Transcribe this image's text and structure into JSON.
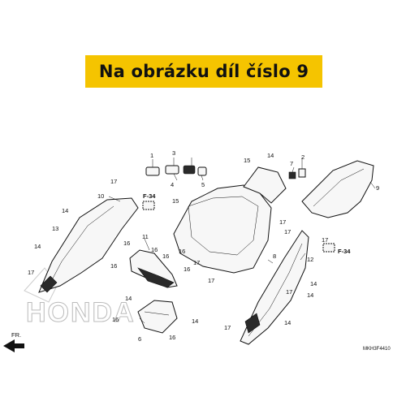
{
  "banner": {
    "text": "Na obrázku díl číslo 9",
    "color": "#f5c400"
  },
  "diagram_code": "MKH3F4410",
  "brand_watermark": "HONDA",
  "front_arrow_label": "FR.",
  "reference_left": "F-34",
  "reference_right": "F-34",
  "callouts": {
    "c1": "1",
    "c2": "2",
    "c3": "3",
    "c4": "4",
    "c5": "5",
    "c6": "6",
    "c7": "7",
    "c8": "8",
    "c9": "9",
    "c10": "10",
    "c11": "11",
    "c12": "12",
    "c13": "13",
    "c14a": "14",
    "c14b": "14",
    "c14c": "14",
    "c14d": "14",
    "c14e": "14",
    "c14f": "14",
    "c14g": "14",
    "c14h": "14",
    "c15a": "15",
    "c15b": "15",
    "c16a": "16",
    "c16b": "16",
    "c16c": "16",
    "c16d": "16",
    "c16e": "16",
    "c16f": "16",
    "c16g": "16",
    "c16h": "16",
    "c17a": "17",
    "c17b": "17",
    "c17c": "17",
    "c17d": "17",
    "c17e": "17",
    "c17f": "17",
    "c17g": "17",
    "c17h": "17",
    "c17i": "17"
  }
}
